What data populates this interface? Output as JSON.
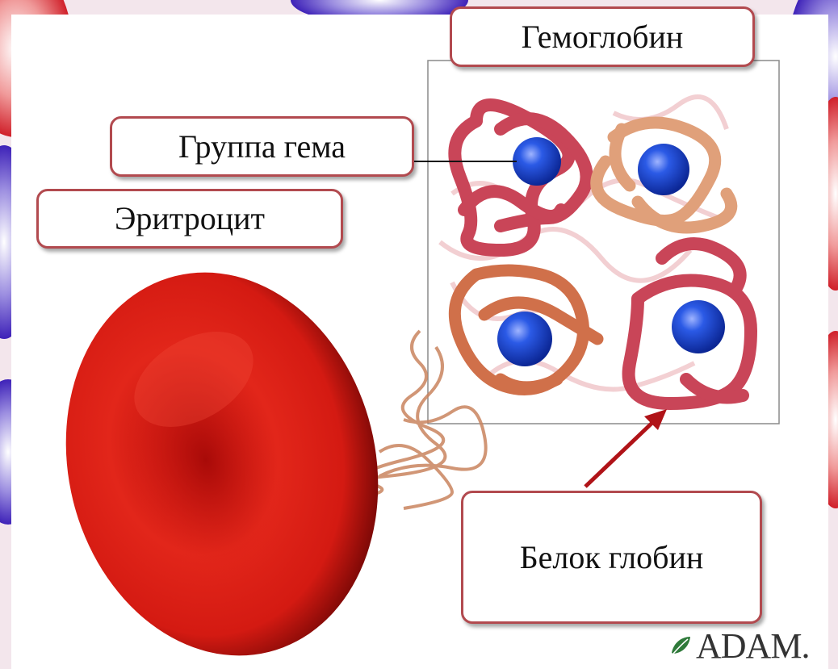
{
  "labels": {
    "hemoglobin": "Гемоглобин",
    "heme_group": "Группа гема",
    "erythrocyte": "Эритроцит",
    "globin_protein": "Белок глобин"
  },
  "logo": {
    "text": "ADAM."
  },
  "colors": {
    "label_border": "#b24a4f",
    "arrow": "#b01318",
    "rbc": "#d81d13",
    "heme_sphere": "#1b49d8",
    "chain_red": "#cc4a5a",
    "chain_orange": "#d98a5c"
  }
}
